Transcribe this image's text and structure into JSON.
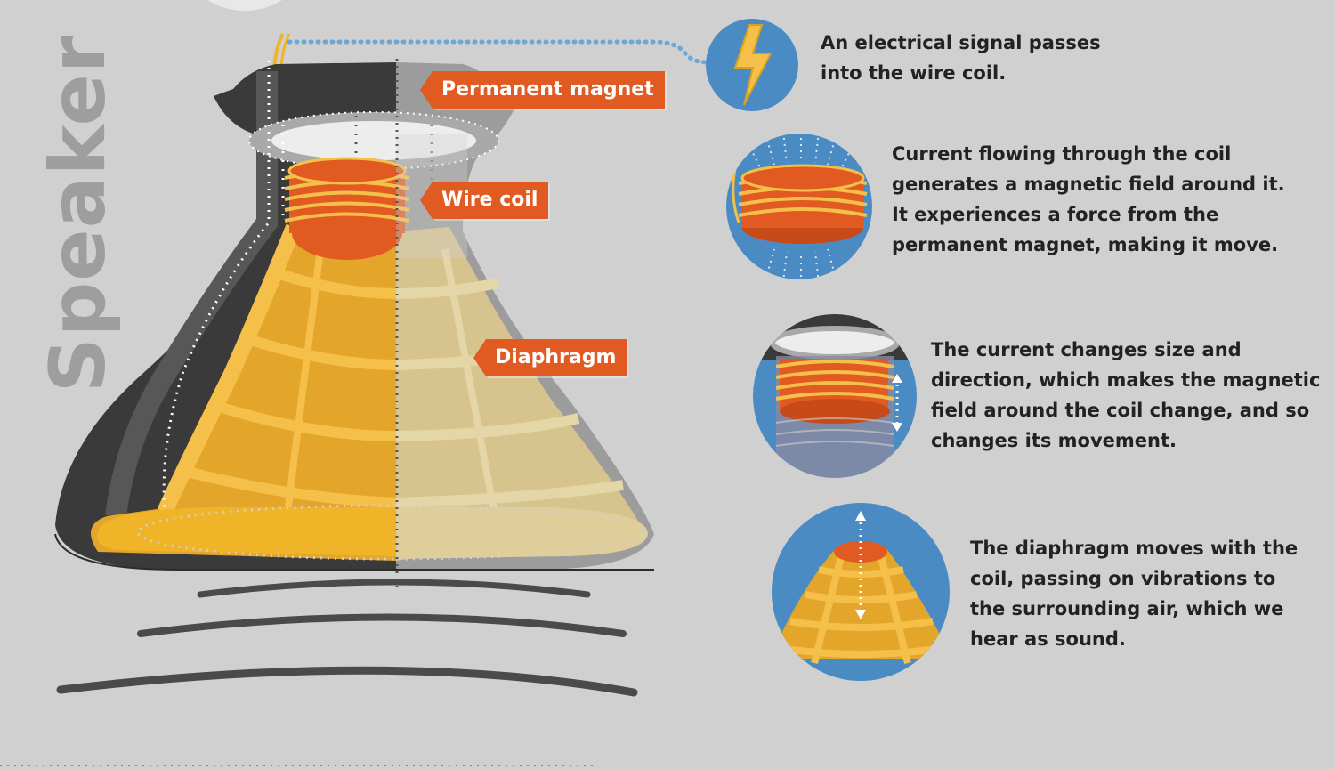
{
  "title": "Speaker",
  "labels": {
    "magnet": "Permanent magnet",
    "coil": "Wire coil",
    "diaphragm": "Diaphragm"
  },
  "steps": [
    {
      "icon": "lightning-icon",
      "text": "An electrical signal passes into the wire coil."
    },
    {
      "icon": "coil-field-icon",
      "text": "Current flowing through the coil generates a magnetic field around it. It experiences a force from the permanent magnet, making it move."
    },
    {
      "icon": "coil-movement-icon",
      "text": "The current changes size and direction, which makes the magnetic field around the coil change, and so changes its movement."
    },
    {
      "icon": "diaphragm-vibration-icon",
      "text": "The diaphragm moves with the coil, passing on vibrations to the surrounding air, which we hear as sound."
    }
  ],
  "colors": {
    "background": "#d0d0d0",
    "label": "#e05a22",
    "cone": "#f0b429",
    "magnet": "#3a3a3a",
    "icon_bg": "#4a8bc4"
  }
}
